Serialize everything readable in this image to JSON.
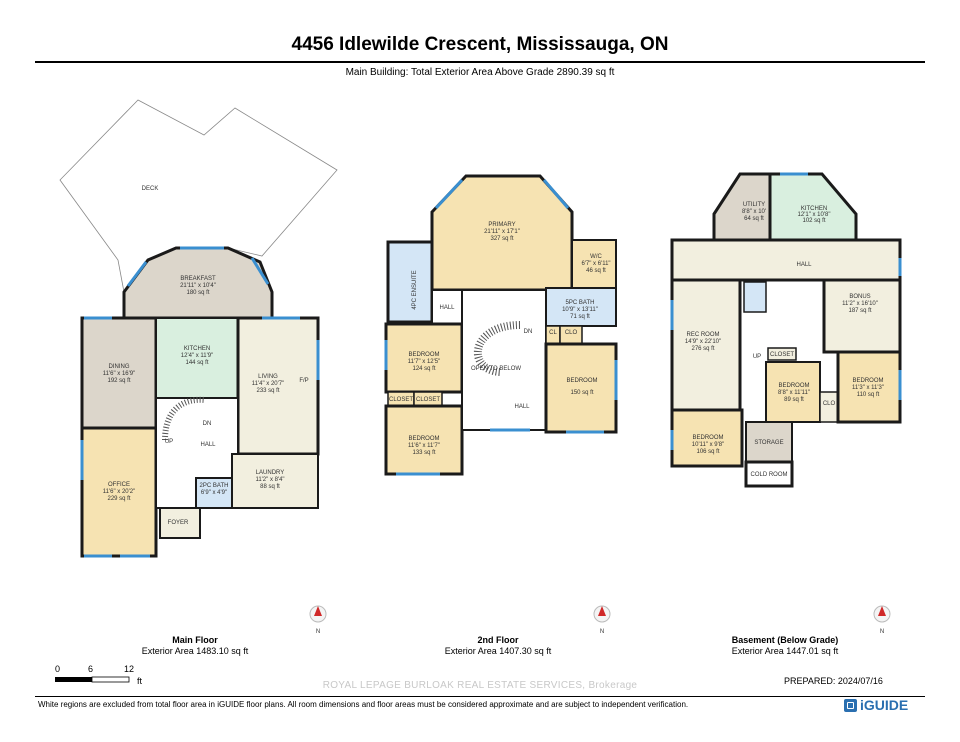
{
  "header": {
    "title": "4456 Idlewilde Crescent, Mississauga, ON",
    "subtitle": "Main Building: Total Exterior Area Above Grade 2890.39 sq ft"
  },
  "floors": [
    {
      "name": "Main Floor",
      "area": "Exterior Area 1483.10 sq ft",
      "rooms": [
        {
          "name": "DECK",
          "dims": "",
          "area": ""
        },
        {
          "name": "BREAKFAST",
          "dims": "21'11\" x 10'4\"",
          "area": "180 sq ft"
        },
        {
          "name": "DINING",
          "dims": "11'6\" x 16'9\"",
          "area": "192 sq ft"
        },
        {
          "name": "KITCHEN",
          "dims": "12'4\" x 11'9\"",
          "area": "144 sq ft"
        },
        {
          "name": "LIVING",
          "dims": "11'4\" x 20'7\"",
          "area": "233 sq ft"
        },
        {
          "name": "OFFICE",
          "dims": "11'6\" x 20'2\"",
          "area": "229 sq ft"
        },
        {
          "name": "LAUNDRY",
          "dims": "11'2\" x 8'4\"",
          "area": "88 sq ft"
        },
        {
          "name": "2PC BATH",
          "dims": "6'9\" x 4'9\"",
          "area": ""
        },
        {
          "name": "HALL",
          "dims": "",
          "area": ""
        },
        {
          "name": "FOYER",
          "dims": "",
          "area": ""
        }
      ],
      "markers": {
        "up": "UP",
        "dn": "DN",
        "fp": "F/P"
      }
    },
    {
      "name": "2nd Floor",
      "area": "Exterior Area 1407.30 sq ft",
      "rooms": [
        {
          "name": "PRIMARY",
          "dims": "21'11\" x 17'1\"",
          "area": "327 sq ft"
        },
        {
          "name": "W/C",
          "dims": "6'7\" x 6'11\"",
          "area": "46 sq ft"
        },
        {
          "name": "4PC ENSUITE",
          "dims": "",
          "area": ""
        },
        {
          "name": "5PC BATH",
          "dims": "10'9\" x 13'11\"",
          "area": "71 sq ft"
        },
        {
          "name": "BEDROOM",
          "dims": "11'7\" x 12'5\"",
          "area": "124 sq ft"
        },
        {
          "name": "BEDROOM",
          "dims": "11'6\" x 11'7\"",
          "area": "133 sq ft"
        },
        {
          "name": "BEDROOM",
          "dims": "",
          "area": "150 sq ft"
        },
        {
          "name": "OPEN TO BELOW",
          "dims": "",
          "area": ""
        },
        {
          "name": "HALL",
          "dims": "",
          "area": ""
        },
        {
          "name": "HALL",
          "dims": "",
          "area": ""
        },
        {
          "name": "CLOSET",
          "dims": "",
          "area": ""
        },
        {
          "name": "CLOSET",
          "dims": "",
          "area": ""
        },
        {
          "name": "CL",
          "dims": "",
          "area": ""
        },
        {
          "name": "CLO",
          "dims": "",
          "area": ""
        }
      ],
      "markers": {
        "dn": "DN"
      }
    },
    {
      "name": "Basement (Below Grade)",
      "area": "Exterior Area 1447.01 sq ft",
      "rooms": [
        {
          "name": "UTILITY",
          "dims": "8'8\" x 10'",
          "area": "64 sq ft"
        },
        {
          "name": "KITCHEN",
          "dims": "12'1\" x 10'8\"",
          "area": "102 sq ft"
        },
        {
          "name": "HALL",
          "dims": "",
          "area": ""
        },
        {
          "name": "REC ROOM",
          "dims": "14'9\" x 22'10\"",
          "area": "276 sq ft"
        },
        {
          "name": "BONUS",
          "dims": "11'2\" x 16'10\"",
          "area": "187 sq ft"
        },
        {
          "name": "BEDROOM",
          "dims": "8'8\" x 11'11\"",
          "area": "89 sq ft"
        },
        {
          "name": "BEDROOM",
          "dims": "11'3\" x 11'3\"",
          "area": "110 sq ft"
        },
        {
          "name": "BEDROOM",
          "dims": "10'11\" x 9'8\"",
          "area": "106 sq ft"
        },
        {
          "name": "STORAGE",
          "dims": "",
          "area": ""
        },
        {
          "name": "COLD ROOM",
          "dims": "",
          "area": ""
        },
        {
          "name": "CLOSET",
          "dims": "",
          "area": ""
        },
        {
          "name": "CLO",
          "dims": "",
          "area": ""
        }
      ],
      "markers": {
        "up": "UP"
      }
    }
  ],
  "compass_label": "N",
  "scale": {
    "ticks": [
      "0",
      "6",
      "12"
    ],
    "unit": "ft"
  },
  "watermark": "ROYAL LEPAGE BURLOAK REAL ESTATE SERVICES, Brokerage",
  "prepared": "PREPARED: 2024/07/16",
  "footer_note": "White regions are excluded from total floor area in iGUIDE floor plans. All room dimensions and floor areas must be considered approximate and are subject to independent verification.",
  "logo": "iGUIDE",
  "colors": {
    "living": "#f2efdf",
    "office": "#f6e3b2",
    "dining": "#dcd6cb",
    "kitchen": "#d9efdf",
    "bath": "#d4e6f6",
    "wall": "#1a1a1a",
    "window": "#3a8fd0",
    "compass": "#d02828",
    "logo": "#2a6fb0"
  }
}
